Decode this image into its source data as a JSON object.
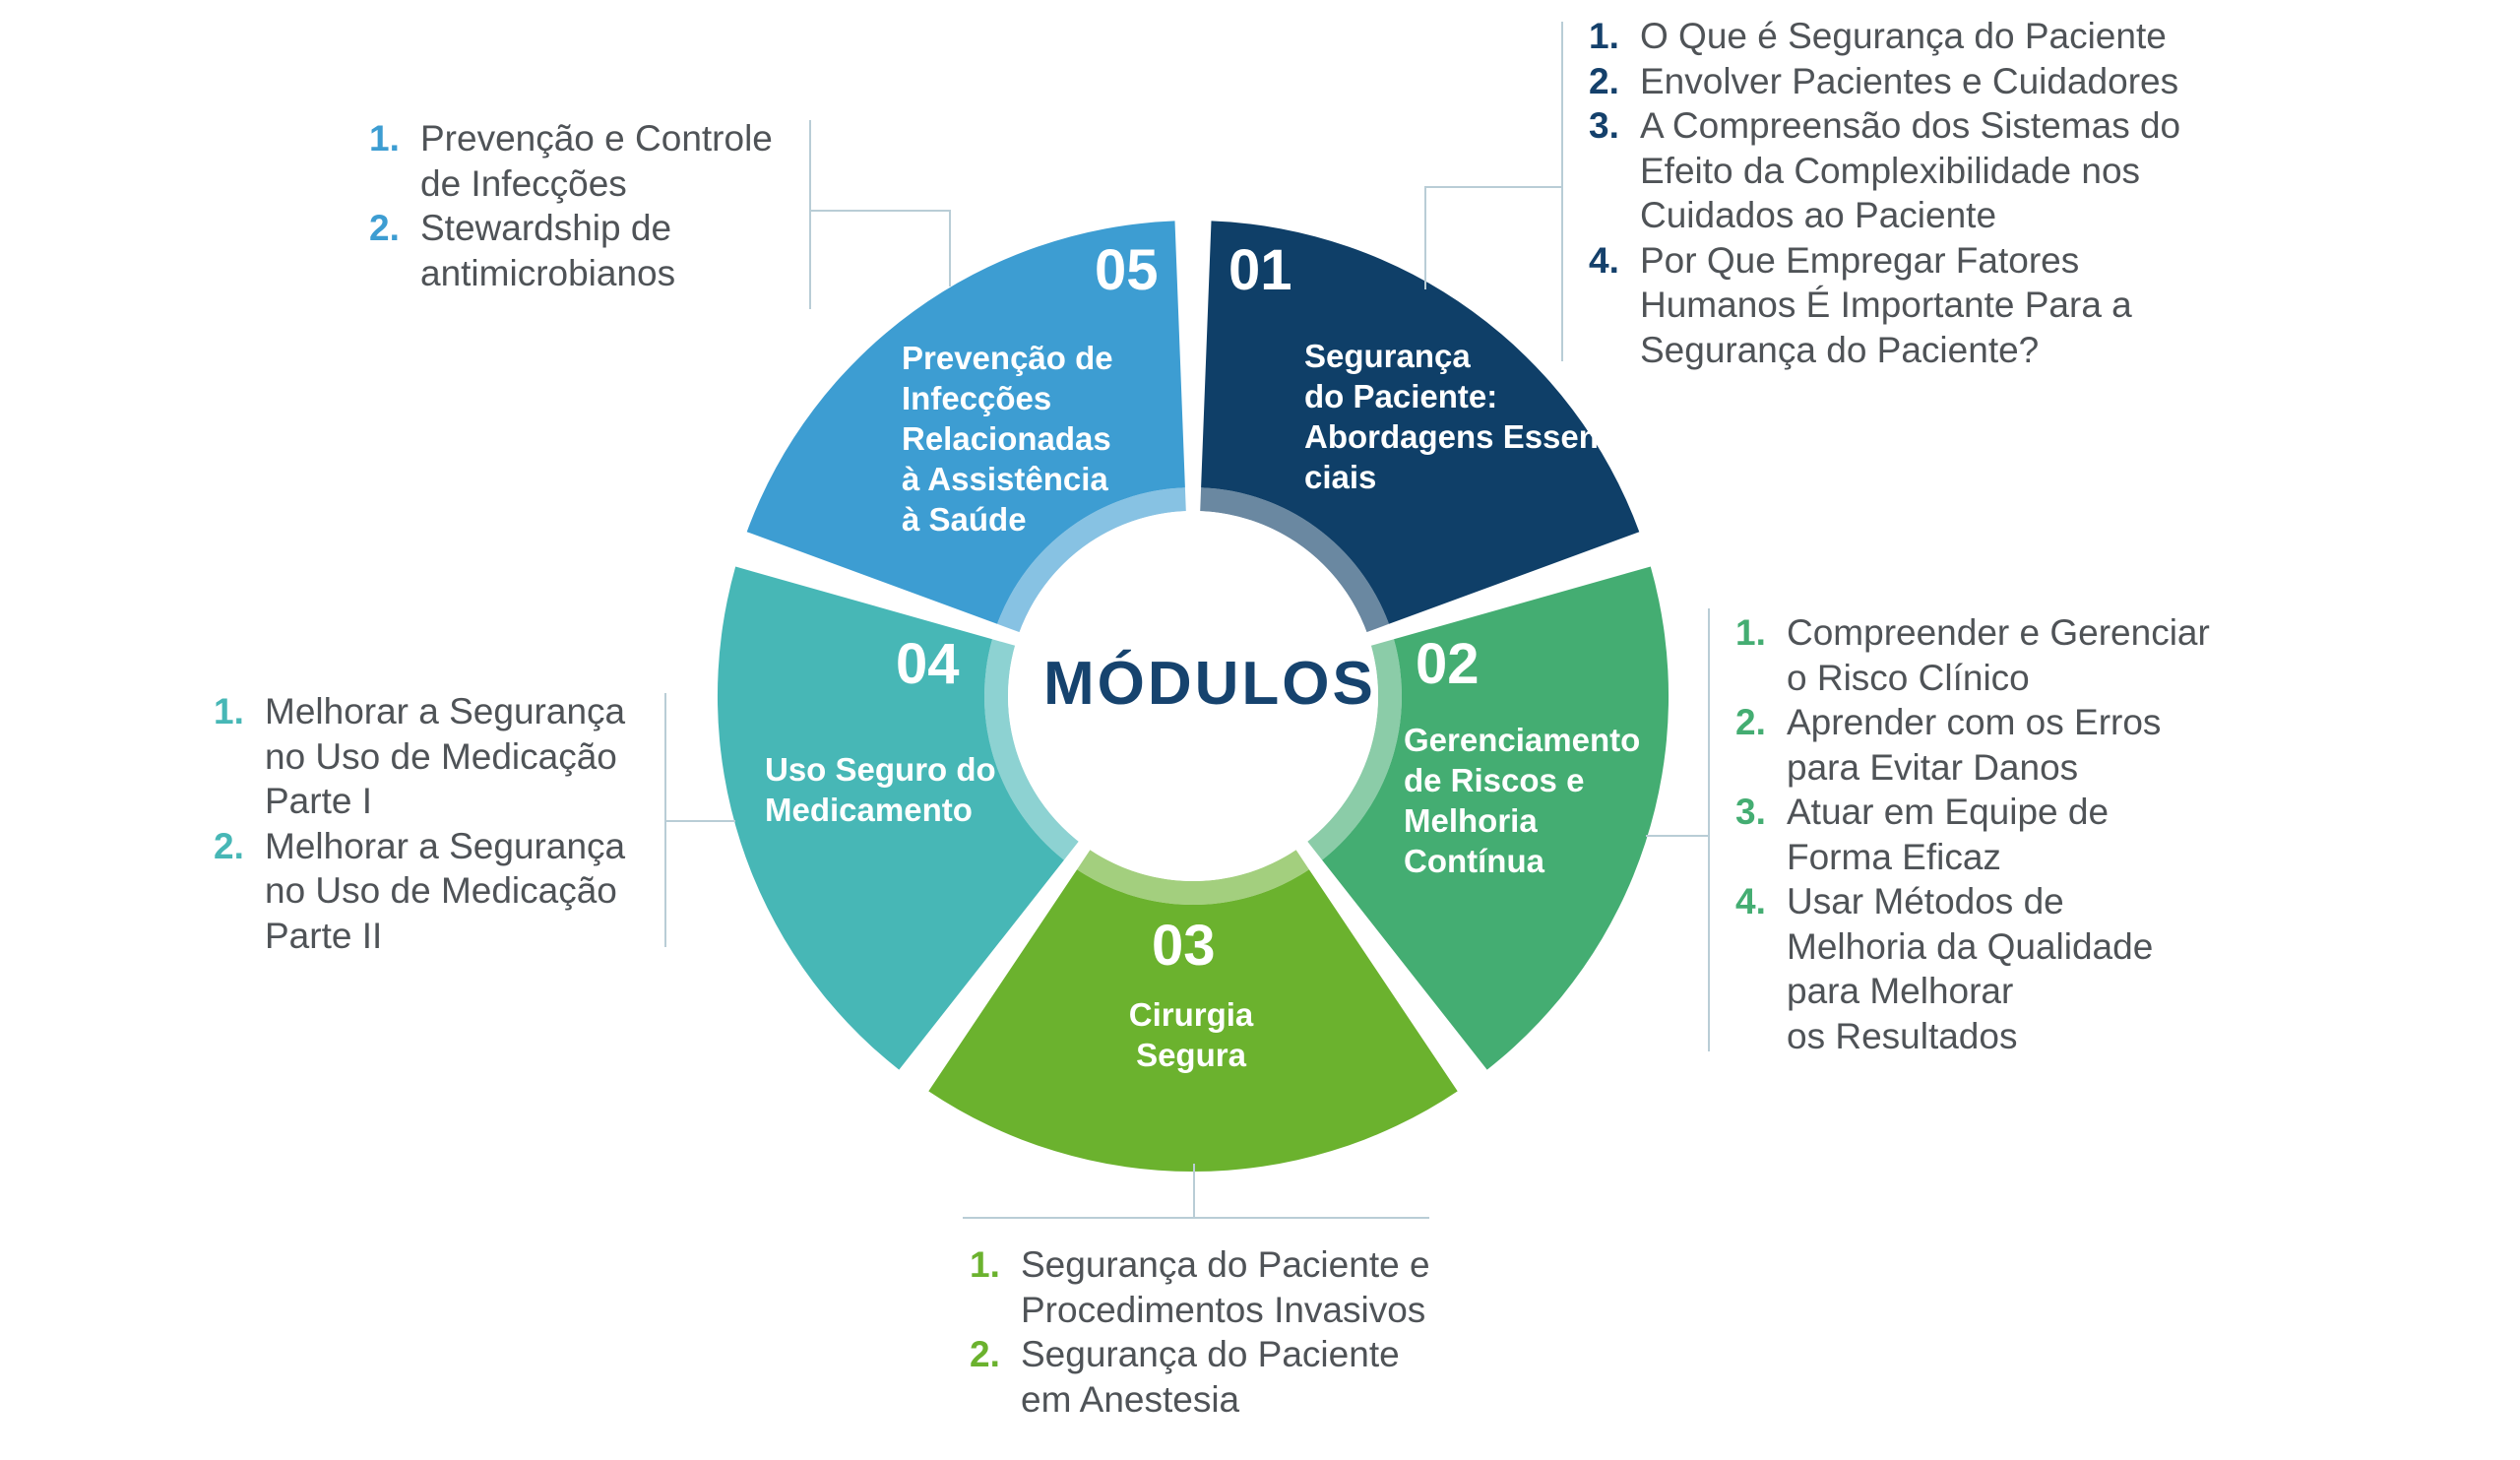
{
  "center_label": "MÓDULOS",
  "colors": {
    "module_01": "#0f3f68",
    "module_02": "#44ad72",
    "module_03": "#6bb22e",
    "module_04": "#47b7b6",
    "module_05": "#3d9dd2",
    "center_text": "#16436e",
    "body_text": "#4f5357",
    "connector": "#b9cdd6"
  },
  "modules": [
    {
      "number": "01",
      "title_lines": [
        "Segurança",
        "do Paciente:",
        "Abordagens Essen-",
        "ciais"
      ],
      "topics": [
        {
          "n": "1.",
          "lines": [
            "O Que é Segurança do Paciente"
          ]
        },
        {
          "n": "2.",
          "lines": [
            "Envolver Pacientes e Cuidadores"
          ]
        },
        {
          "n": "3.",
          "lines": [
            "A Compreensão dos Sistemas do",
            "Efeito da Complexibilidade nos",
            "Cuidados ao Paciente"
          ]
        },
        {
          "n": "4.",
          "lines": [
            "Por Que Empregar Fatores",
            "Humanos É Importante Para a",
            "Segurança do Paciente?"
          ]
        }
      ]
    },
    {
      "number": "02",
      "title_lines": [
        "Gerenciamento",
        "de Riscos e",
        "Melhoria",
        "Contínua"
      ],
      "topics": [
        {
          "n": "1.",
          "lines": [
            "Compreender e Gerenciar",
            "o Risco Clínico"
          ]
        },
        {
          "n": "2.",
          "lines": [
            "Aprender com os Erros",
            "para Evitar Danos"
          ]
        },
        {
          "n": "3.",
          "lines": [
            "Atuar em Equipe de",
            "Forma Eficaz"
          ]
        },
        {
          "n": "4.",
          "lines": [
            "Usar Métodos de",
            "Melhoria da Qualidade",
            "para Melhorar",
            "os Resultados"
          ]
        }
      ]
    },
    {
      "number": "03",
      "title_lines": [
        "Cirurgia",
        "Segura"
      ],
      "topics": [
        {
          "n": "1.",
          "lines": [
            "Segurança do Paciente e",
            "Procedimentos Invasivos"
          ]
        },
        {
          "n": "2.",
          "lines": [
            "Segurança do Paciente",
            "em Anestesia"
          ]
        }
      ]
    },
    {
      "number": "04",
      "title_lines": [
        "Uso Seguro do",
        "Medicamento"
      ],
      "topics": [
        {
          "n": "1.",
          "lines": [
            "Melhorar a Segurança",
            "no Uso de Medicação",
            "Parte I"
          ]
        },
        {
          "n": "2.",
          "lines": [
            "Melhorar a Segurança",
            "no Uso de Medicação",
            "Parte II"
          ]
        }
      ]
    },
    {
      "number": "05",
      "title_lines": [
        "Prevenção de",
        "Infecções",
        "Relacionadas",
        "à Assistência",
        "à Saúde"
      ],
      "topics": [
        {
          "n": "1.",
          "lines": [
            "Prevenção e Controle",
            "de Infecções"
          ]
        },
        {
          "n": "2.",
          "lines": [
            "Stewardship de",
            "antimicrobianos"
          ]
        }
      ]
    }
  ]
}
